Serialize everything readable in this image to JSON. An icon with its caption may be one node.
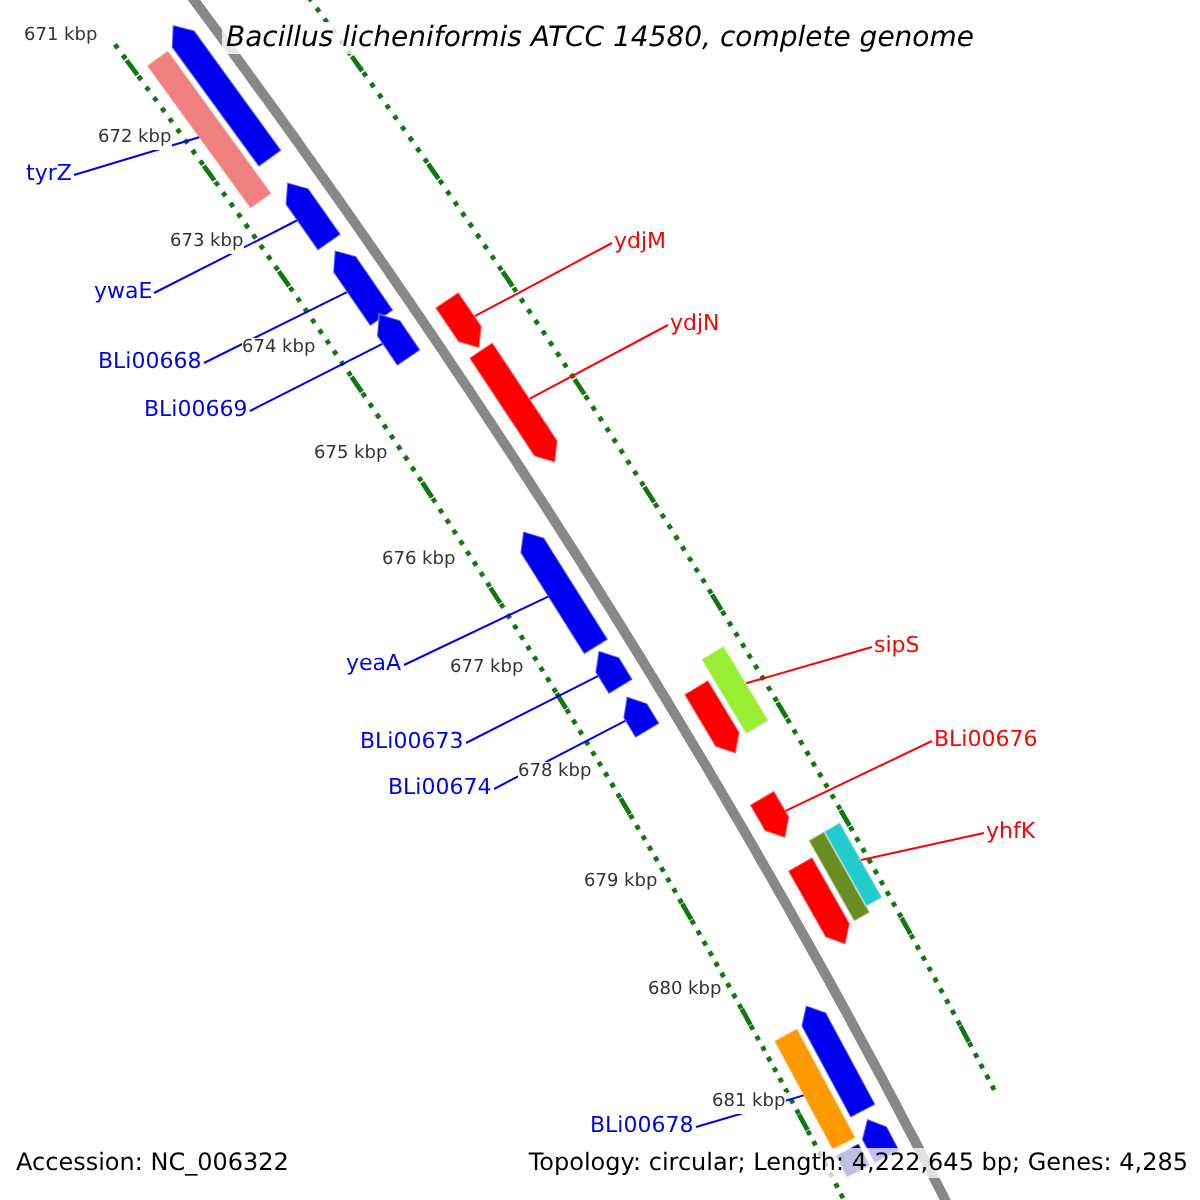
{
  "diagram": {
    "title": "Bacillus licheniformis ATCC 14580, complete genome",
    "nodes": [
      {
        "text": [
          "tyrZ"
        ]
      },
      {
        "text": [
          "ywaE"
        ]
      },
      {
        "text": [
          "BLi00668"
        ]
      },
      {
        "text": [
          "BLi00669"
        ]
      },
      {
        "text": [
          "yeaA"
        ]
      },
      {
        "text": [
          "BLi00673"
        ]
      },
      {
        "text": [
          "BLi00674"
        ]
      },
      {
        "text": [
          "BLi00678"
        ]
      },
      {
        "text": [
          "ydjM"
        ]
      },
      {
        "text": [
          "ydjN"
        ]
      },
      {
        "text": [
          "sipS"
        ]
      },
      {
        "text": [
          "BLi00676"
        ]
      },
      {
        "text": [
          "yhfK"
        ]
      },
      {
        "text": [],
        "shape": "pentagon"
      },
      {
        "text": [],
        "shape": "box"
      },
      {
        "text": [],
        "shape": "pentagon"
      },
      {
        "text": [],
        "shape": "pentagon"
      },
      {
        "text": [],
        "shape": "pentagon"
      },
      {
        "text": [],
        "shape": "pentagon"
      },
      {
        "text": [],
        "shape": "pentagon"
      },
      {
        "text": [],
        "shape": "pentagon"
      },
      {
        "text": [],
        "shape": "pentagon"
      },
      {
        "text": [],
        "shape": "pentagon"
      },
      {
        "text": [],
        "shape": "pentagon"
      },
      {
        "text": [],
        "shape": "box"
      },
      {
        "text": [],
        "shape": "pentagon"
      },
      {
        "text": [],
        "shape": "pentagon"
      },
      {
        "text": [],
        "shape": "box"
      },
      {
        "text": [],
        "shape": "box"
      },
      {
        "text": [],
        "shape": "box"
      },
      {
        "text": [],
        "shape": "pentagon"
      },
      {
        "text": [],
        "shape": "box"
      },
      {
        "text": [],
        "shape": "pentagon"
      }
    ],
    "edges": [
      {
        "from": 0,
        "to": 14,
        "arrow": "none"
      },
      {
        "from": 1,
        "to": 15,
        "arrow": "none"
      },
      {
        "from": 2,
        "to": 16,
        "arrow": "none"
      },
      {
        "from": 3,
        "to": 17,
        "arrow": "none"
      },
      {
        "from": 4,
        "to": 20,
        "arrow": "none"
      },
      {
        "from": 5,
        "to": 21,
        "arrow": "none"
      },
      {
        "from": 6,
        "to": 22,
        "arrow": "none"
      },
      {
        "from": 7,
        "to": 29,
        "arrow": "none"
      },
      {
        "from": 8,
        "to": 18,
        "arrow": "none",
        "color": "#ff0000"
      },
      {
        "from": 9,
        "to": 19,
        "arrow": "none",
        "color": "#ff0000"
      },
      {
        "from": 10,
        "to": 24,
        "arrow": "none",
        "color": "#ff0000"
      },
      {
        "from": 11,
        "to": 25,
        "arrow": "none",
        "color": "#ff0000"
      },
      {
        "from": 12,
        "to": 28,
        "arrow": "none",
        "color": "#ff0000"
      }
    ],
    "labels": [
      "671 kbp",
      "672 kbp",
      "673 kbp",
      "674 kbp",
      "675 kbp",
      "676 kbp",
      "677 kbp",
      "678 kbp",
      "679 kbp",
      "680 kbp",
      "681 kbp",
      "Accession: NC_006322",
      "Topology: circular; Length: 4,222,645 bp; Genes: 4,285"
    ]
  }
}
